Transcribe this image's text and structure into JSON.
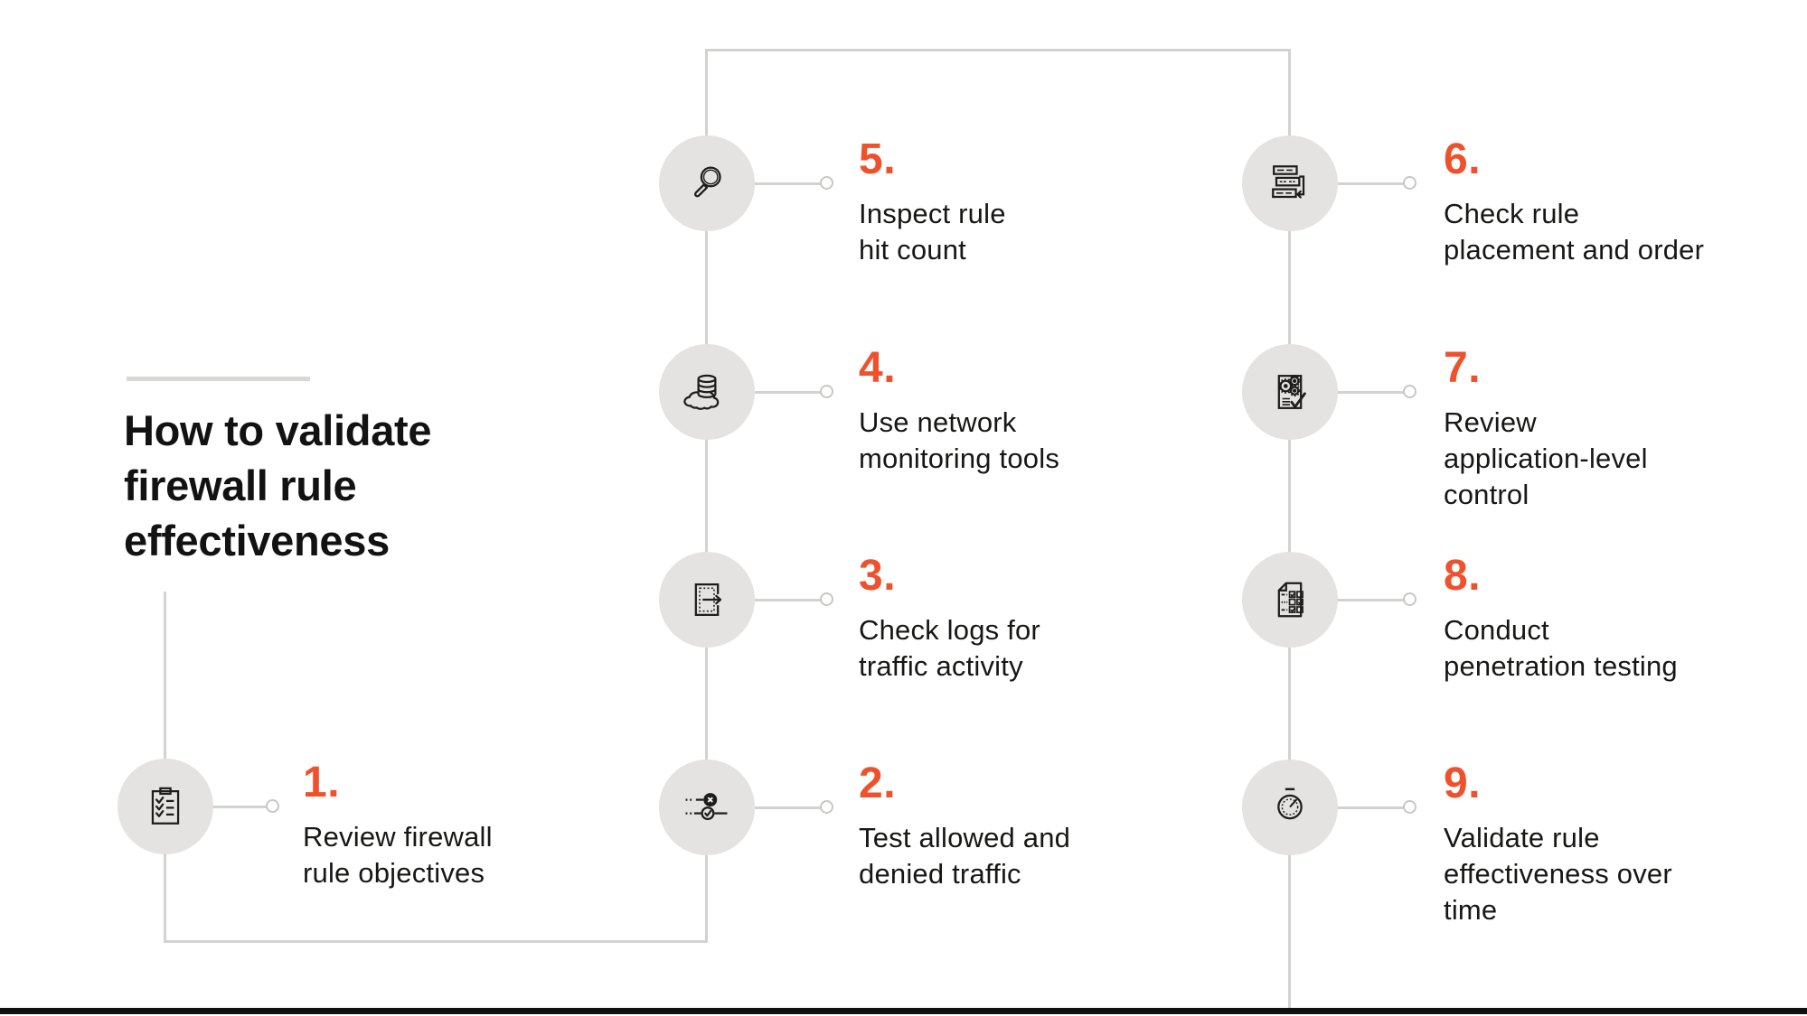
{
  "colors": {
    "background": "#ffffff",
    "accent_orange": "#f0512d",
    "text_black": "#171716",
    "circle_gray": "#e4e3e2",
    "connector_gray": "#d2d2d1",
    "title_rule_gray": "#d8d8d7",
    "bottom_bar_black": "#101010"
  },
  "title": {
    "lines": [
      "How to validate",
      "firewall rule",
      "effectiveness"
    ]
  },
  "steps": [
    {
      "number": "1.",
      "lines": [
        "Review firewall",
        "rule objectives"
      ],
      "icon": "clipboard-checklist-icon"
    },
    {
      "number": "2.",
      "lines": [
        "Test allowed and",
        "denied traffic"
      ],
      "icon": "allow-deny-traffic-icon"
    },
    {
      "number": "3.",
      "lines": [
        "Check logs for",
        "traffic activity"
      ],
      "icon": "log-export-icon"
    },
    {
      "number": "4.",
      "lines": [
        "Use network",
        "monitoring tools"
      ],
      "icon": "cloud-database-icon"
    },
    {
      "number": "5.",
      "lines": [
        "Inspect rule",
        "hit count"
      ],
      "icon": "magnifier-icon"
    },
    {
      "number": "6.",
      "lines": [
        "Check rule",
        "placement and order"
      ],
      "icon": "rule-reorder-icon"
    },
    {
      "number": "7.",
      "lines": [
        "Review",
        "application-level",
        "control"
      ],
      "icon": "gears-document-icon"
    },
    {
      "number": "8.",
      "lines": [
        "Conduct",
        "penetration testing"
      ],
      "icon": "pentest-checklist-icon"
    },
    {
      "number": "9.",
      "lines": [
        "Validate rule",
        "effectiveness over",
        "time"
      ],
      "icon": "stopwatch-icon"
    }
  ]
}
